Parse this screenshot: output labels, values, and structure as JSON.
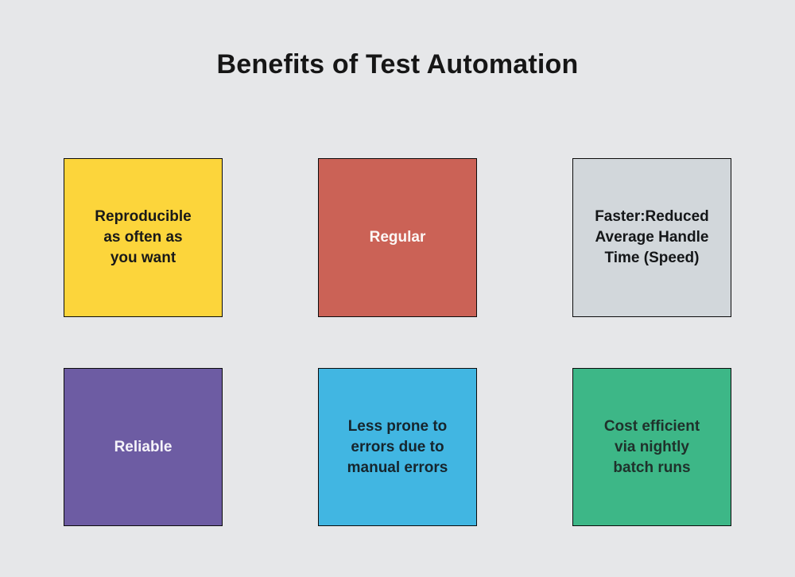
{
  "page": {
    "background_color": "#e6e7e9",
    "title": "Benefits of Test Automation",
    "title_color": "#161616",
    "card_border_color": "#0c0c0c"
  },
  "cards": [
    {
      "id": "reproducible",
      "label": "Reproducible\nas often as\nyou want",
      "bg_color": "#fcd53b",
      "text_color": "#191919"
    },
    {
      "id": "regular",
      "label": "Regular",
      "bg_color": "#cb6256",
      "text_color": "#fcf7f5"
    },
    {
      "id": "faster",
      "label": "Faster:Reduced\nAverage Handle\nTime (Speed)",
      "bg_color": "#d2d7db",
      "text_color": "#141618"
    },
    {
      "id": "reliable",
      "label": "Reliable",
      "bg_color": "#6d5ca3",
      "text_color": "#f5f3f9"
    },
    {
      "id": "less-errors",
      "label": "Less prone to\nerrors due to\nmanual errors",
      "bg_color": "#41b6e2",
      "text_color": "#16252d"
    },
    {
      "id": "cost-efficient",
      "label": "Cost efficient\nvia nightly\nbatch runs",
      "bg_color": "#3db787",
      "text_color": "#1f312b"
    }
  ]
}
